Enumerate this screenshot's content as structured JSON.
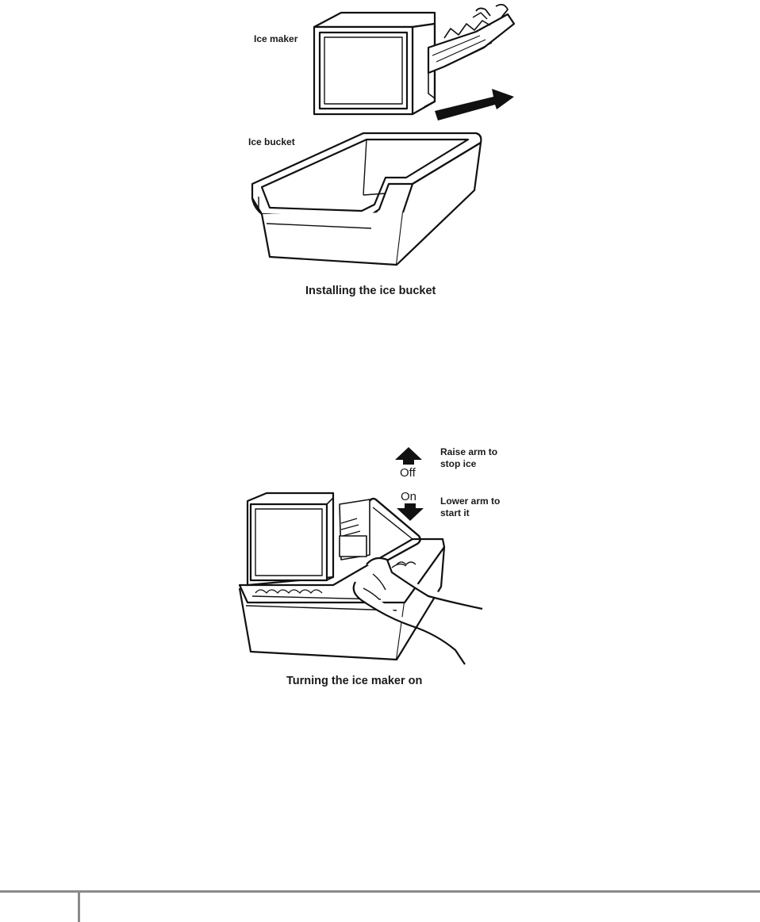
{
  "figure1": {
    "label_ice_maker": "Ice maker",
    "label_ice_bucket": "Ice bucket",
    "caption": "Installing the ice bucket"
  },
  "figure2": {
    "off_label": "Off",
    "on_label": "On",
    "raise_text_line1": "Raise arm to",
    "raise_text_line2": "stop ice",
    "lower_text_line1": "Lower arm to",
    "lower_text_line2": "start it",
    "caption": "Turning the ice maker on"
  }
}
